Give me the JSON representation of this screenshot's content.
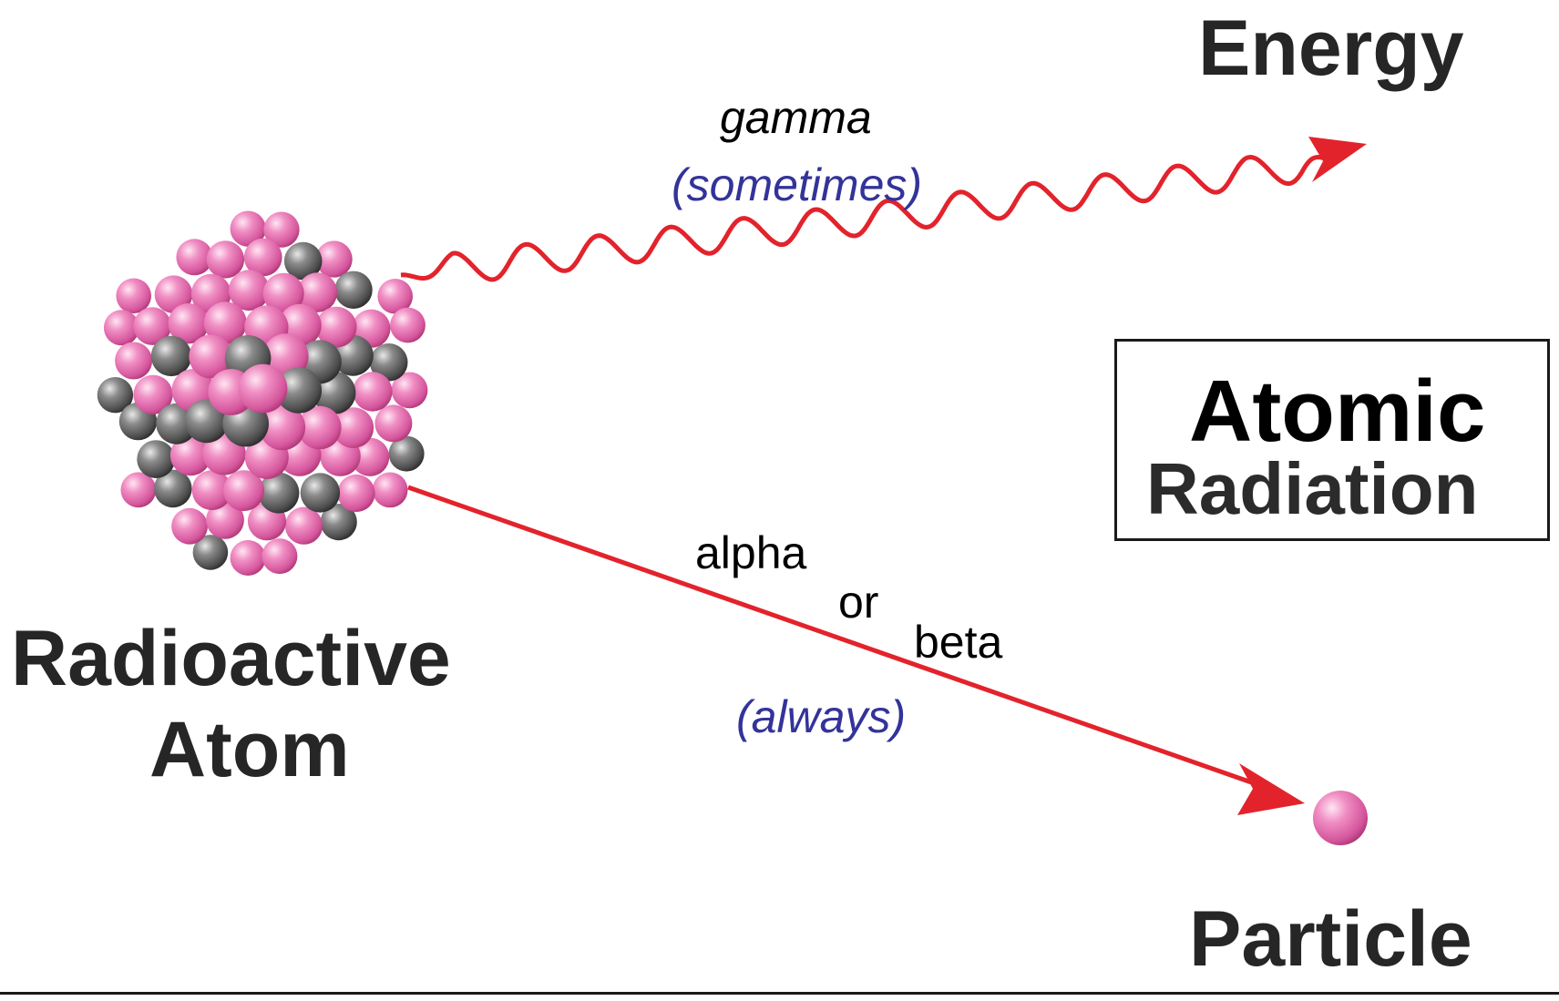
{
  "labels": {
    "energy": "Energy",
    "gamma": "gamma",
    "sometimes": "(sometimes)",
    "alpha": "alpha",
    "or": "or",
    "beta": "beta",
    "always": "(always)",
    "radioactive": "Radioactive",
    "atom": "Atom",
    "particle": "Particle",
    "title_line1": "Atomic",
    "title_line2": "Radiation"
  },
  "colors": {
    "arrow": "#e3232c",
    "note_text": "#33339a",
    "proton": "#e36aab",
    "neutron": "#5e5e5e"
  }
}
